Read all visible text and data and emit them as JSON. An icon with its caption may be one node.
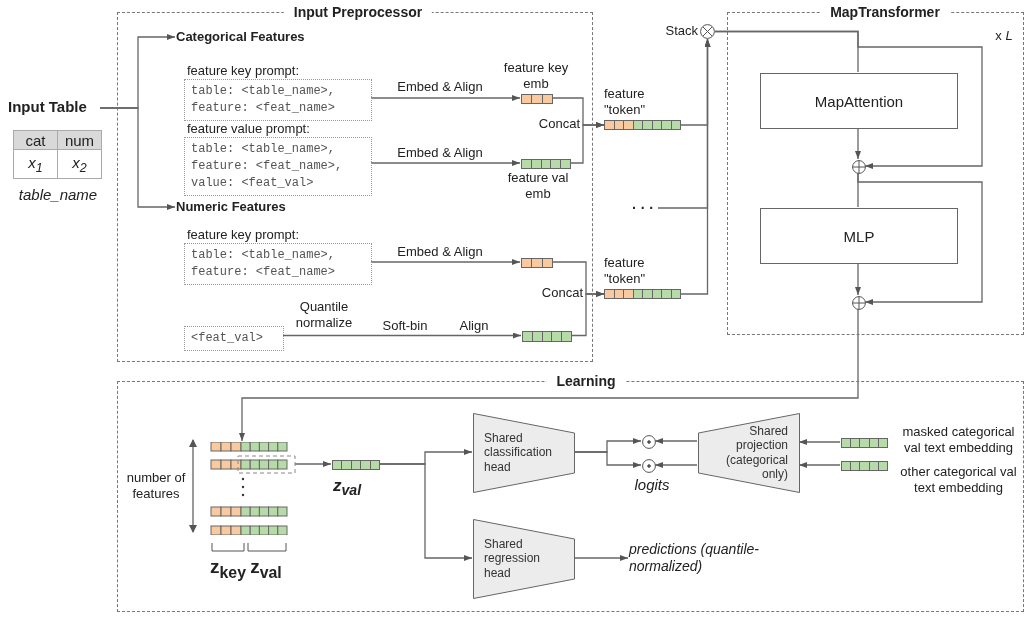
{
  "diagram": {
    "nodes": [
      {
        "text": [
          "Input Preprocessor"
        ]
      },
      {
        "text": [
          "MapTransformer"
        ]
      },
      {
        "text": [
          "Learning"
        ]
      },
      {
        "text": [
          "Input Table"
        ]
      },
      {
        "text": [
          "Categorical Features"
        ],
        "in": 0
      },
      {
        "text": [
          "Numeric Features"
        ],
        "in": 0
      },
      {
        "text": [
          "feature key prompt:",
          "table: <table_name>, feature: <feat_name>"
        ],
        "in": 0
      },
      {
        "text": [
          "feature value prompt:",
          "table: <table_name>, feature: <feat_name>, value: <feat_val>"
        ],
        "in": 0
      },
      {
        "text": [
          "feature key prompt:",
          "table: <table_name>, feature: <feat_name>"
        ],
        "in": 0
      },
      {
        "text": [
          "<feat_val>"
        ],
        "in": 0
      },
      {
        "text": [],
        "shape": "bar",
        "beside": [
          "feature key emb"
        ],
        "in": 0
      },
      {
        "text": [],
        "shape": "bar",
        "beside": [
          "feature val emb"
        ],
        "in": 0
      },
      {
        "text": [],
        "shape": "bar",
        "in": 0
      },
      {
        "text": [],
        "shape": "bar",
        "in": 0
      },
      {
        "text": [],
        "shape": "bar",
        "beside": [
          "feature \"token\""
        ]
      },
      {
        "text": [],
        "shape": "bar",
        "beside": [
          "feature \"token\""
        ]
      },
      {
        "text": [
          "· · ·"
        ]
      },
      {
        "text": [],
        "shape": "circle",
        "beside": [
          "Stack"
        ]
      },
      {
        "text": [
          "MapAttention"
        ],
        "in": 1
      },
      {
        "text": [],
        "shape": "circle",
        "in": 1
      },
      {
        "text": [
          "MLP"
        ],
        "in": 1
      },
      {
        "text": [],
        "shape": "circle",
        "in": 1
      },
      {
        "text": [],
        "shape": "picture",
        "in": 2
      },
      {
        "text": [],
        "shape": "bar",
        "beside": [
          "z$_{val}$"
        ],
        "in": 2
      },
      {
        "text": [
          "Shared classification head"
        ],
        "in": 2
      },
      {
        "text": [
          "Shared regression head"
        ],
        "in": 2
      },
      {
        "text": [],
        "shape": "circle",
        "in": 2
      },
      {
        "text": [],
        "shape": "circle",
        "in": 2
      },
      {
        "text": [
          "Shared projection (categorical only)"
        ],
        "in": 2
      },
      {
        "text": [],
        "shape": "bar",
        "beside": [
          "masked categorical val text embedding"
        ],
        "in": 2
      },
      {
        "text": [],
        "shape": "bar",
        "beside": [
          "other categorical val text embedding"
        ],
        "in": 2
      },
      {
        "text": [
          "predictions (quantile-normalized)"
        ],
        "in": 2
      }
    ],
    "edges": [
      {
        "from": 3,
        "to": 4,
        "arrow": "to"
      },
      {
        "from": 3,
        "to": 5,
        "arrow": "to"
      },
      {
        "from": 6,
        "to": 10,
        "arrow": "to",
        "label": "Embed & Align"
      },
      {
        "from": 7,
        "to": 11,
        "arrow": "to",
        "label": "Embed & Align"
      },
      {
        "from": 8,
        "to": 12,
        "arrow": "to",
        "label": "Embed & Align"
      },
      {
        "from": 9,
        "to": 13,
        "arrow": "to",
        "label": "Soft-bin"
      },
      {
        "from": 10,
        "to": 14,
        "arrow": "to"
      },
      {
        "from": 11,
        "to": 14,
        "arrow": "to"
      },
      {
        "from": 12,
        "to": 15,
        "arrow": "to"
      },
      {
        "from": 13,
        "to": 15,
        "arrow": "to"
      },
      {
        "from": 14,
        "to": 17,
        "arrow": "to"
      },
      {
        "from": 16,
        "to": 17,
        "arrow": "to"
      },
      {
        "from": 15,
        "to": 17,
        "arrow": "to"
      },
      {
        "from": 17,
        "to": 18,
        "arrow": "none"
      },
      {
        "from": 17,
        "to": 19,
        "arrow": "to"
      },
      {
        "from": 18,
        "to": 19,
        "arrow": "to"
      },
      {
        "from": 19,
        "to": 20,
        "arrow": "none"
      },
      {
        "from": 19,
        "to": 21,
        "arrow": "to"
      },
      {
        "from": 20,
        "to": 21,
        "arrow": "to"
      },
      {
        "from": 21,
        "to": 22,
        "arrow": "to"
      },
      {
        "from": 22,
        "to": 23,
        "arrow": "to"
      },
      {
        "from": 23,
        "to": 24,
        "arrow": "to"
      },
      {
        "from": 23,
        "to": 25,
        "arrow": "to"
      },
      {
        "from": 24,
        "to": 26,
        "arrow": "to"
      },
      {
        "from": 24,
        "to": 27,
        "arrow": "to"
      },
      {
        "from": 28,
        "to": 26,
        "arrow": "to"
      },
      {
        "from": 28,
        "to": 27,
        "arrow": "to"
      },
      {
        "from": 29,
        "to": 28,
        "arrow": "to"
      },
      {
        "from": 30,
        "to": 28,
        "arrow": "to"
      },
      {
        "from": 25,
        "to": 31,
        "arrow": "to"
      }
    ],
    "labels": [
      "cat",
      "num",
      "x$_{1}$",
      "x$_{2}$",
      "table_name",
      "Concat",
      "Quantile normalize",
      "Align",
      "Concat",
      "x *L*",
      "number of features",
      "z$_{key}$",
      "z$_{val}$",
      "logits"
    ]
  }
}
